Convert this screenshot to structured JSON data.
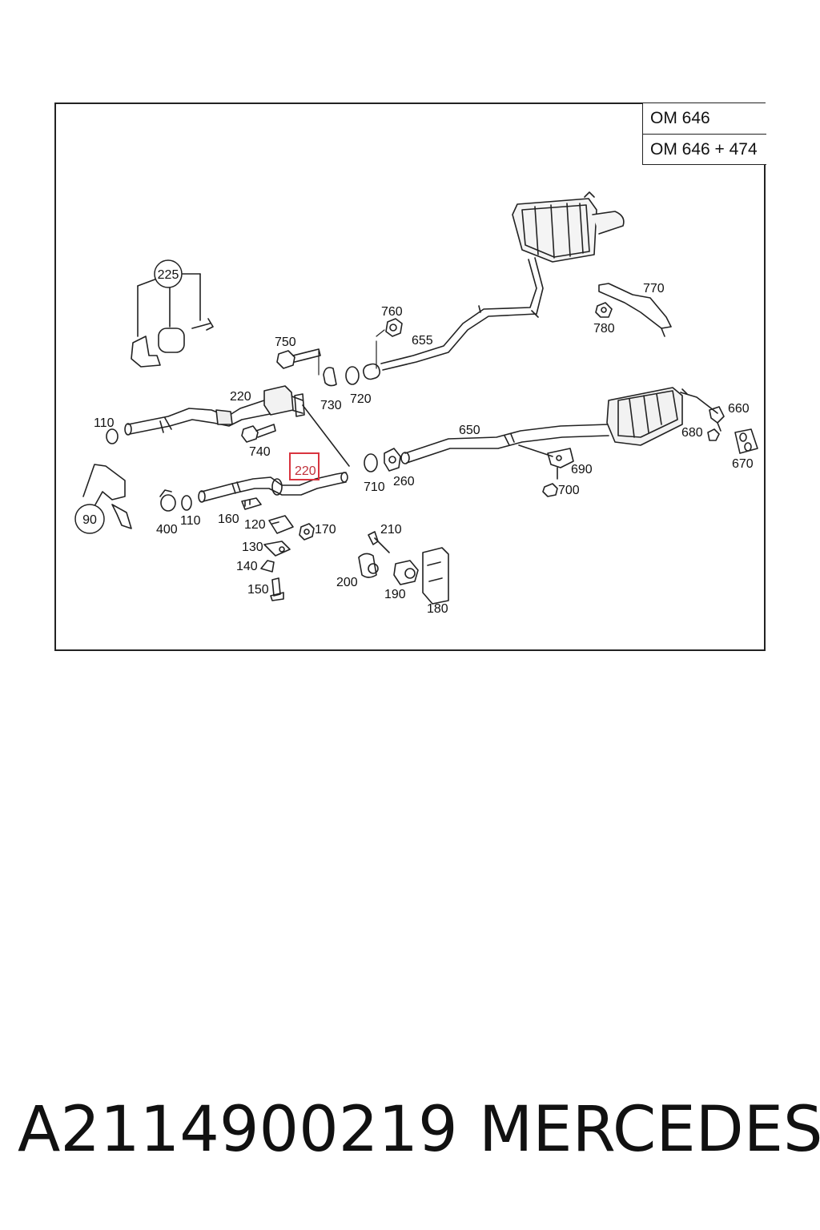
{
  "variants": [
    "OM 646",
    "OM 646 + 474"
  ],
  "callouts": {
    "c90": "90",
    "c110a": "110",
    "c110b": "110",
    "c120": "120",
    "c130": "130",
    "c140": "140",
    "c150": "150",
    "c160": "160",
    "c170": "170",
    "c180": "180",
    "c190": "190",
    "c200": "200",
    "c210": "210",
    "c220a": "220",
    "c220b": "220",
    "c225": "225",
    "c260": "260",
    "c400": "400",
    "c650": "650",
    "c655": "655",
    "c660": "660",
    "c670": "670",
    "c680": "680",
    "c690": "690",
    "c700": "700",
    "c710": "710",
    "c720": "720",
    "c730": "730",
    "c740": "740",
    "c750": "750",
    "c760": "760",
    "c770": "770",
    "c780": "780"
  },
  "highlight_color": "#d9343f",
  "caption": {
    "part_number": "A2114900219",
    "brand": "MERCEDES"
  }
}
